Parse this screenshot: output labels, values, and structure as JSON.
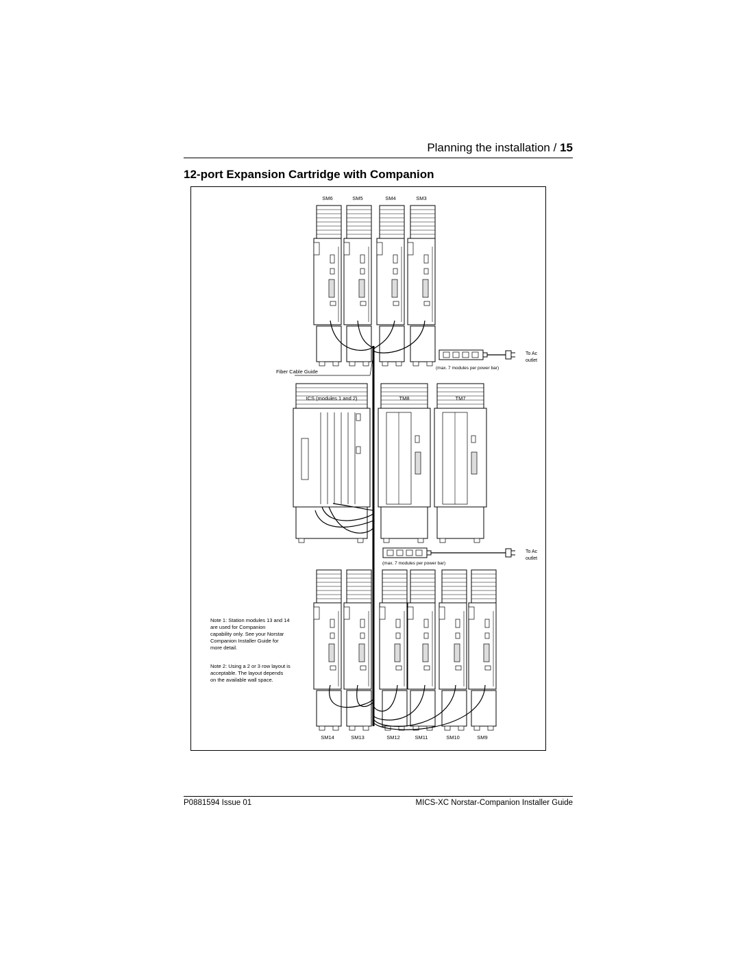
{
  "header": {
    "chapter": "Planning the installation /",
    "page_number": "15"
  },
  "section_title": "12-port Expansion Cartridge with Companion",
  "figure": {
    "top_row_labels": [
      "SM6",
      "SM5",
      "SM4",
      "SM3"
    ],
    "middle_row_labels": [
      "ICS (modules 1 and 2)",
      "TM8",
      "TM7"
    ],
    "bottom_row_labels": [
      "SM14",
      "SM13",
      "SM12",
      "SM11",
      "SM10",
      "SM9"
    ],
    "fiber_guide_label": "Fiber Cable Guide",
    "power_bar_note": "(max. 7 modules per power bar)",
    "ac_outlet_line1": "To Ac",
    "ac_outlet_line2": "outlet",
    "note1_lines": [
      "Note 1: Station modules 13 and 14",
      "are used for Companion",
      "capability only. See your Norstar",
      "Companion Installer Guide for",
      "more detail."
    ],
    "note2_lines": [
      "Note 2: Using a 2 or 3 row layout is",
      "acceptable. The layout depends",
      "on the available wall space."
    ]
  },
  "footer": {
    "doc_number": "P0881594 Issue 01",
    "guide_title": "MICS-XC Norstar-Companion Installer Guide"
  }
}
